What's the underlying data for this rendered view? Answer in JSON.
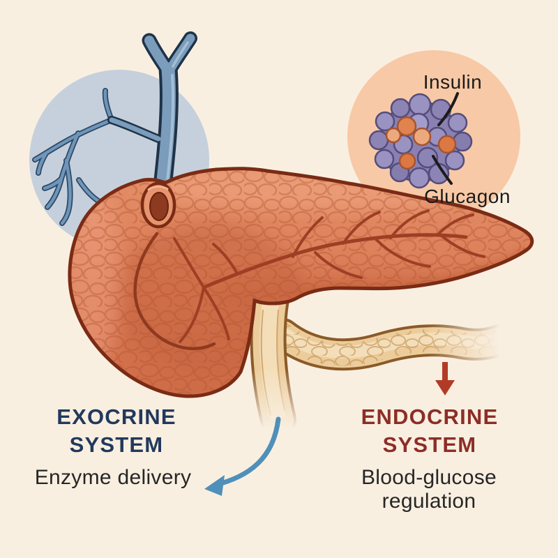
{
  "illustration_title": "Pancreas exocrine and endocrine systems diagram",
  "labels": {
    "insulin": "Insulin",
    "glucagon": "Glucagon"
  },
  "exocrine": {
    "title_line1": "EXOCRINE",
    "title_line2": "SYSTEM",
    "subtitle": "Enzyme delivery"
  },
  "endocrine": {
    "title_line1": "ENDOCRINE",
    "title_line2": "SYSTEM",
    "subtitle_line1": "Blood-glucose",
    "subtitle_line2": "regulation"
  },
  "icons": {
    "red_down_arrow": "↓",
    "blue_curved_arrow": "↙"
  },
  "colors": {
    "background": "#F9EFE1",
    "blue_backdrop_circle": "#C6D0DC",
    "peach_backdrop_circle": "#F8C9A6",
    "pancreas": "#DC7B58",
    "pancreas_outline": "#7A2B14",
    "duct_blue": "#7B9CBB",
    "duct_tan": "#ECCC9B",
    "islet_purple": "#9A92C1",
    "islet_orange": "#E0834F",
    "label_text": "#1B1B1B",
    "body_text": "#262626",
    "exocrine_title": "#22395C",
    "endocrine_title": "#8C2E26",
    "arrow_blue": "#4E90BA",
    "arrow_red": "#B23B27"
  }
}
